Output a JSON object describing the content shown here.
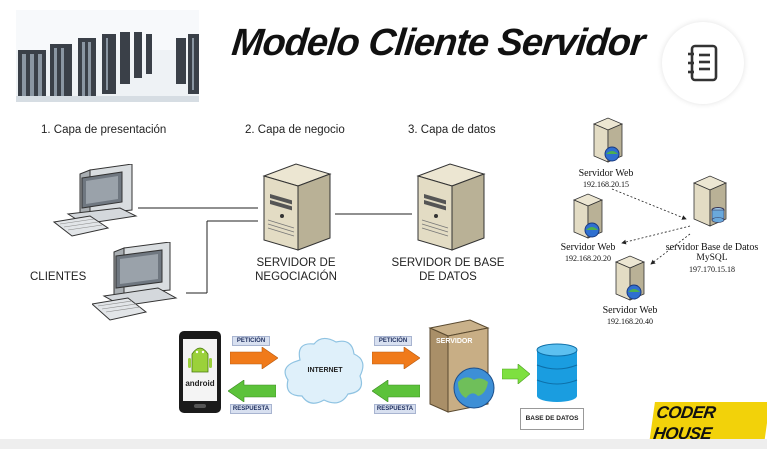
{
  "header": {
    "title": "Modelo Cliente Servidor"
  },
  "layers": {
    "presentation": "1. Capa de presentación",
    "business": "2. Capa de negocio",
    "data": "3. Capa de datos"
  },
  "nodes": {
    "clients": "CLIENTES",
    "business_server_1": "SERVIDOR DE",
    "business_server_2": "NEGOCIACIÓN",
    "db_server_1": "SERVIDOR DE BASE",
    "db_server_2": "DE DATOS"
  },
  "network": {
    "web1_name": "Servidor Web",
    "web1_ip": "192.168.20.15",
    "web2_name": "Servidor Web",
    "web2_ip": "192.168.20.20",
    "web3_name": "Servidor Web",
    "web3_ip": "192.168.20.40",
    "db_name": "servidor Base de Datos",
    "db_sub": "MySQL",
    "db_ip": "197.170.15.18"
  },
  "flow": {
    "request_1": "PETICIÓN",
    "response_1": "RESPUESTA",
    "internet": "INTERNET",
    "request_2": "PETICIÓN",
    "response_2": "RESPUESTA",
    "server": "SERVIDOR",
    "database": "BASE DE DATOS",
    "android": "android"
  },
  "brand": {
    "name": "CODER HOUSE"
  },
  "colors": {
    "accent": "#f2d20a",
    "arrow_orange": "#f07a1a",
    "arrow_green": "#5cc23a",
    "db_blue": "#1a9de0"
  }
}
